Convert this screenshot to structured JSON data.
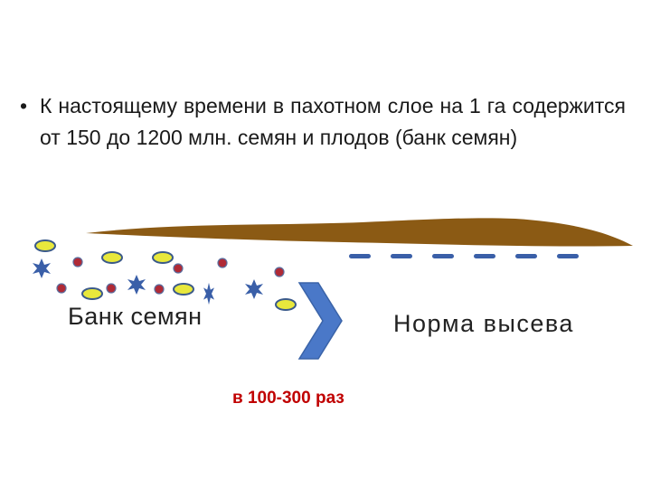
{
  "text": {
    "bullet_symbol": "•",
    "bullet": "К настоящему времени в пахотном слое на 1 га содержится от 150 до 1200 млн. семян и плодов (банк семян)",
    "label_bank": "Банк семян",
    "label_norm": "Норма высева",
    "ratio": "в 100-300 раз"
  },
  "colors": {
    "soil": "#8b5a14",
    "seed_oval_fill": "#e8e83c",
    "seed_oval_stroke": "#3b5a8a",
    "seed_round": "#b02a36",
    "seed_spiky": "#3a5fa8",
    "arrow": "#4a78c8",
    "sown_seed": "#3a5fa8",
    "ratio_text": "#c00000"
  },
  "icons": [
    "soil-layer-shape",
    "seed-oval-icon",
    "seed-round-icon",
    "seed-spiky-icon",
    "chevron-arrow-icon",
    "sown-seed-dash-icon"
  ]
}
